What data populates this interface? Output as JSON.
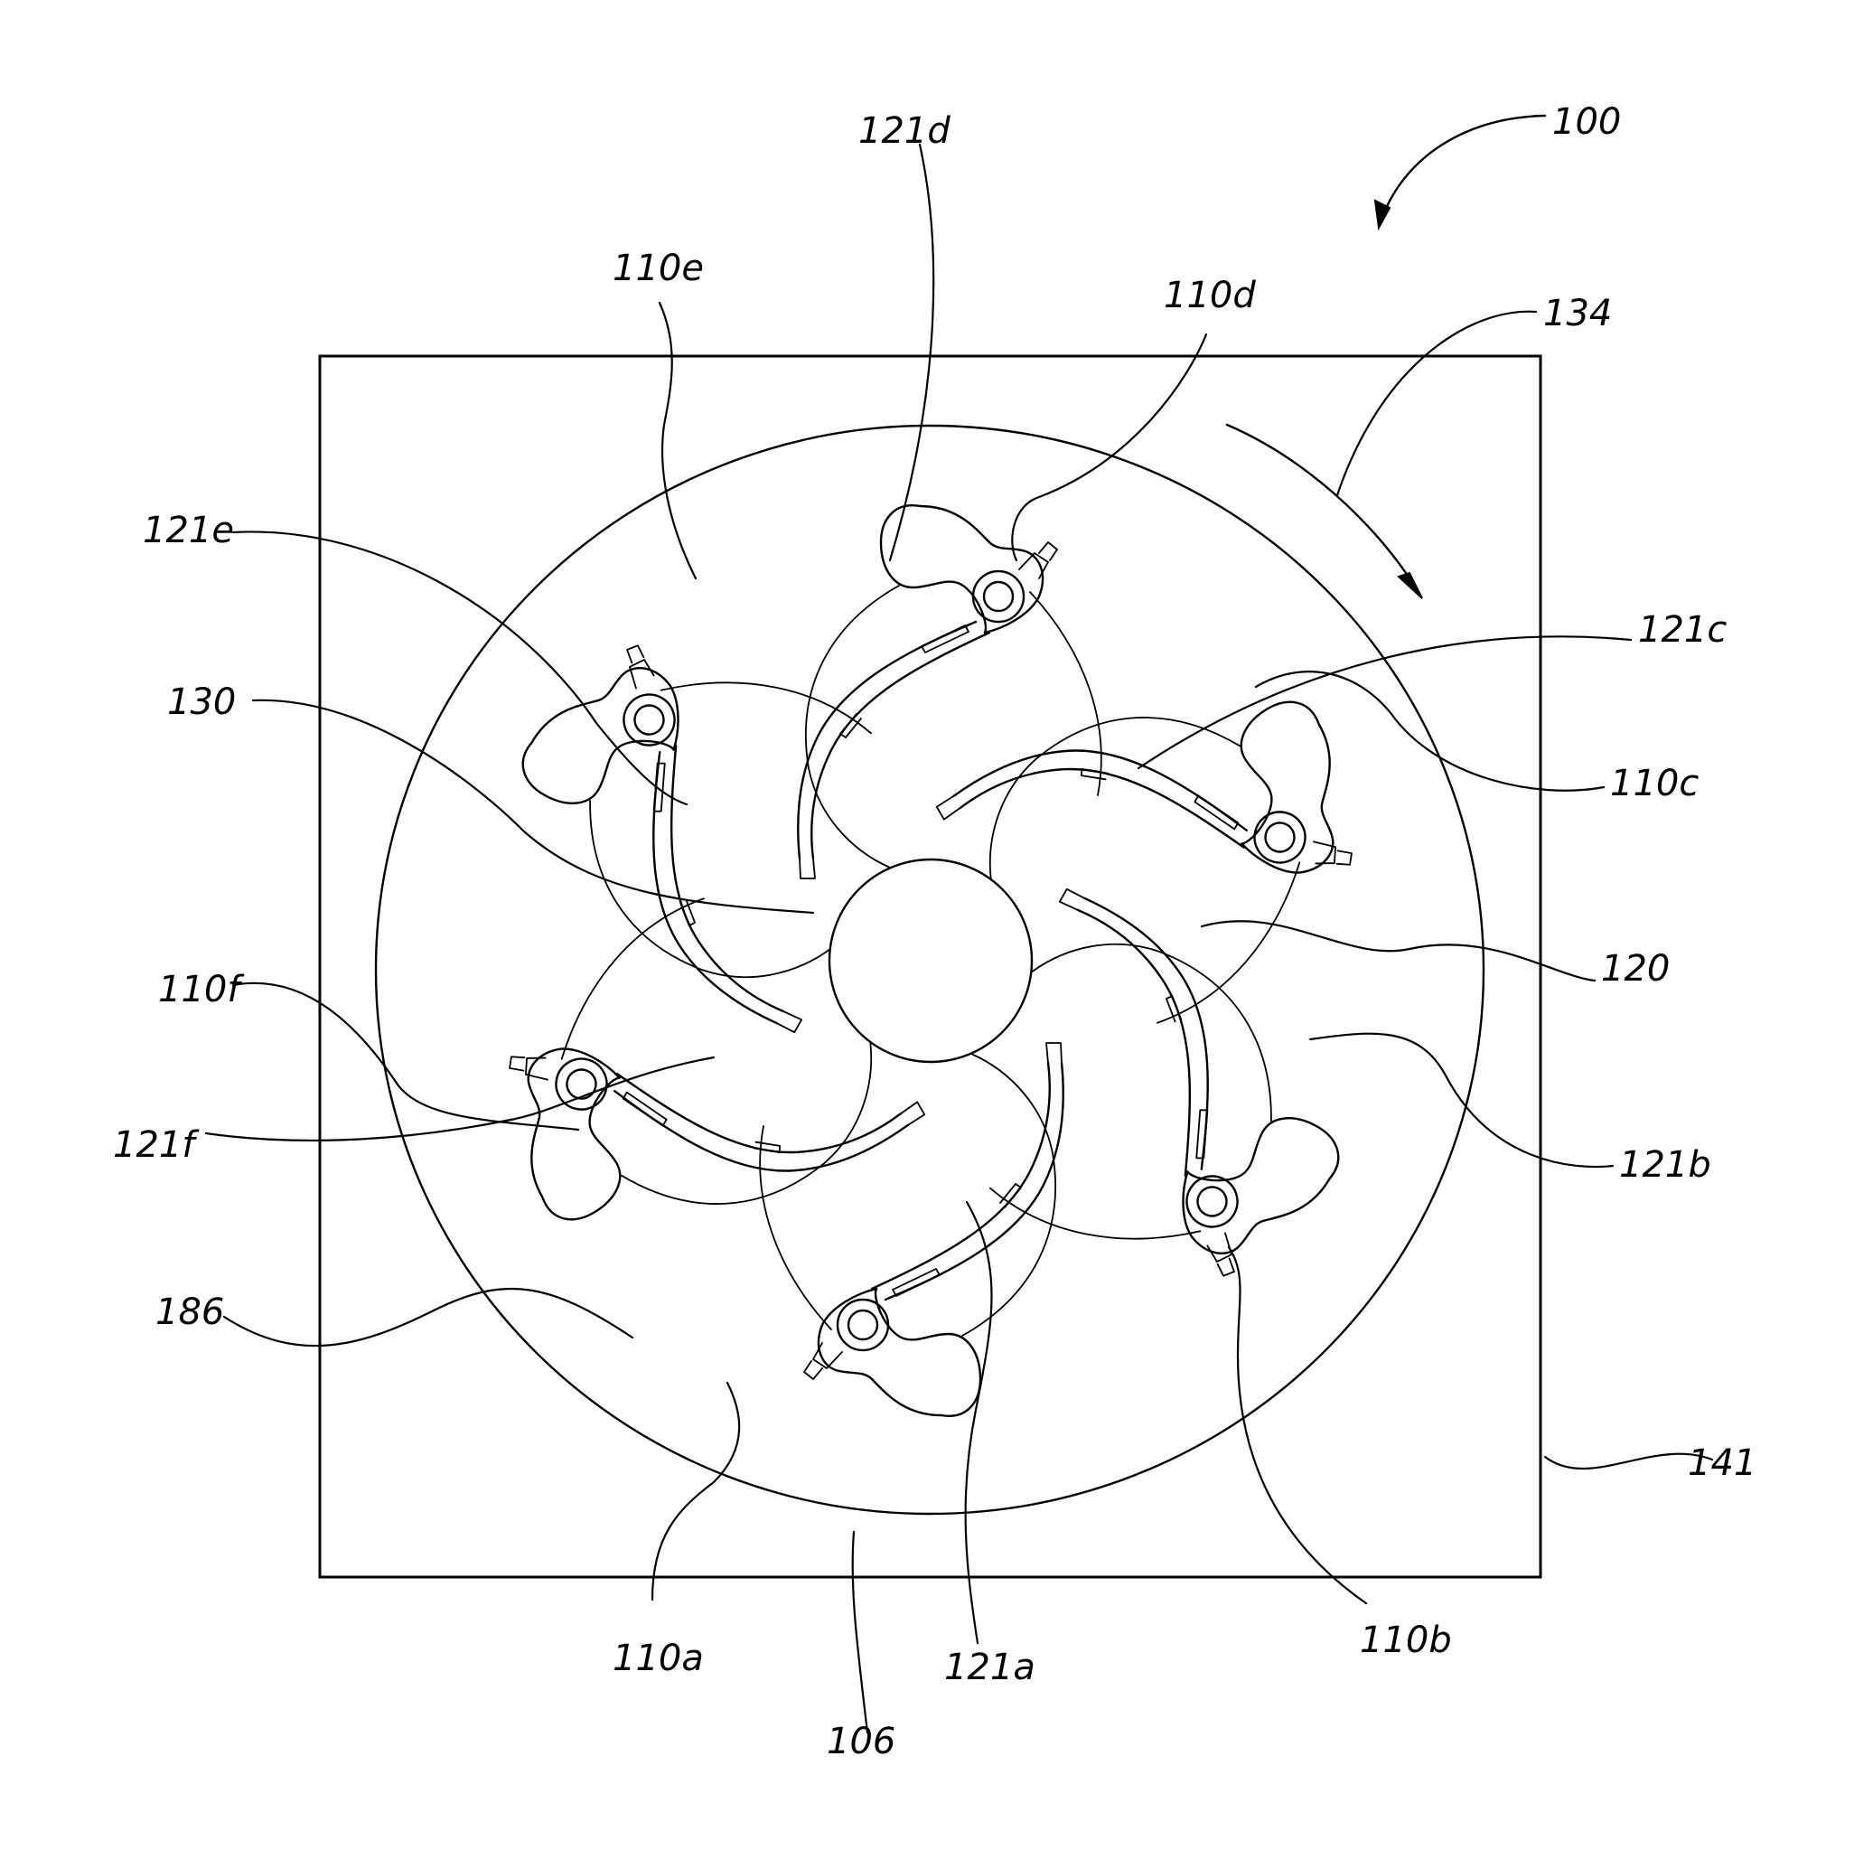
{
  "figure": {
    "ref_assembly": "100",
    "labels": {
      "l100": "100",
      "l121d": "121d",
      "l110e": "110e",
      "l110d": "110d",
      "l134": "134",
      "l121e": "121e",
      "l121c": "121c",
      "l130": "130",
      "l110c": "110c",
      "l120": "120",
      "l110f": "110f",
      "l121b": "121b",
      "l121f": "121f",
      "l186": "186",
      "l141": "141",
      "l110a": "110a",
      "l121a": "121a",
      "l110b": "110b",
      "l106": "106"
    }
  }
}
